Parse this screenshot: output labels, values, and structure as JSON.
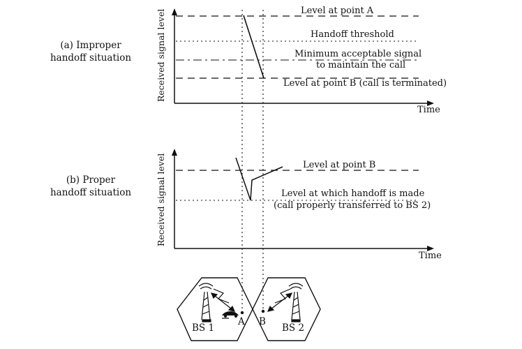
{
  "panel_a": {
    "title_line1": "(a) Improper",
    "title_line2": "handoff situation",
    "y_axis_label": "Received signal level",
    "x_axis_label": "Time",
    "level_a": "Level at point A",
    "handoff_threshold": "Handoff threshold",
    "min_signal_line1": "Minimum acceptable signal",
    "min_signal_line2": "to maintain the call",
    "level_b": "Level at point B (call is terminated)"
  },
  "panel_b": {
    "title_line1": "(b) Proper",
    "title_line2": "handoff situation",
    "y_axis_label": "Received signal level",
    "x_axis_label": "Time",
    "level_b": "Level at point B",
    "handoff_line1": "Level at which handoff is made",
    "handoff_line2": "(call properly transferred to BS 2)"
  },
  "cells": {
    "bs1": "BS 1",
    "bs2": "BS 2",
    "point_a": "A",
    "point_b": "B"
  },
  "colors": {
    "ink": "#111111",
    "background": "#ffffff"
  }
}
